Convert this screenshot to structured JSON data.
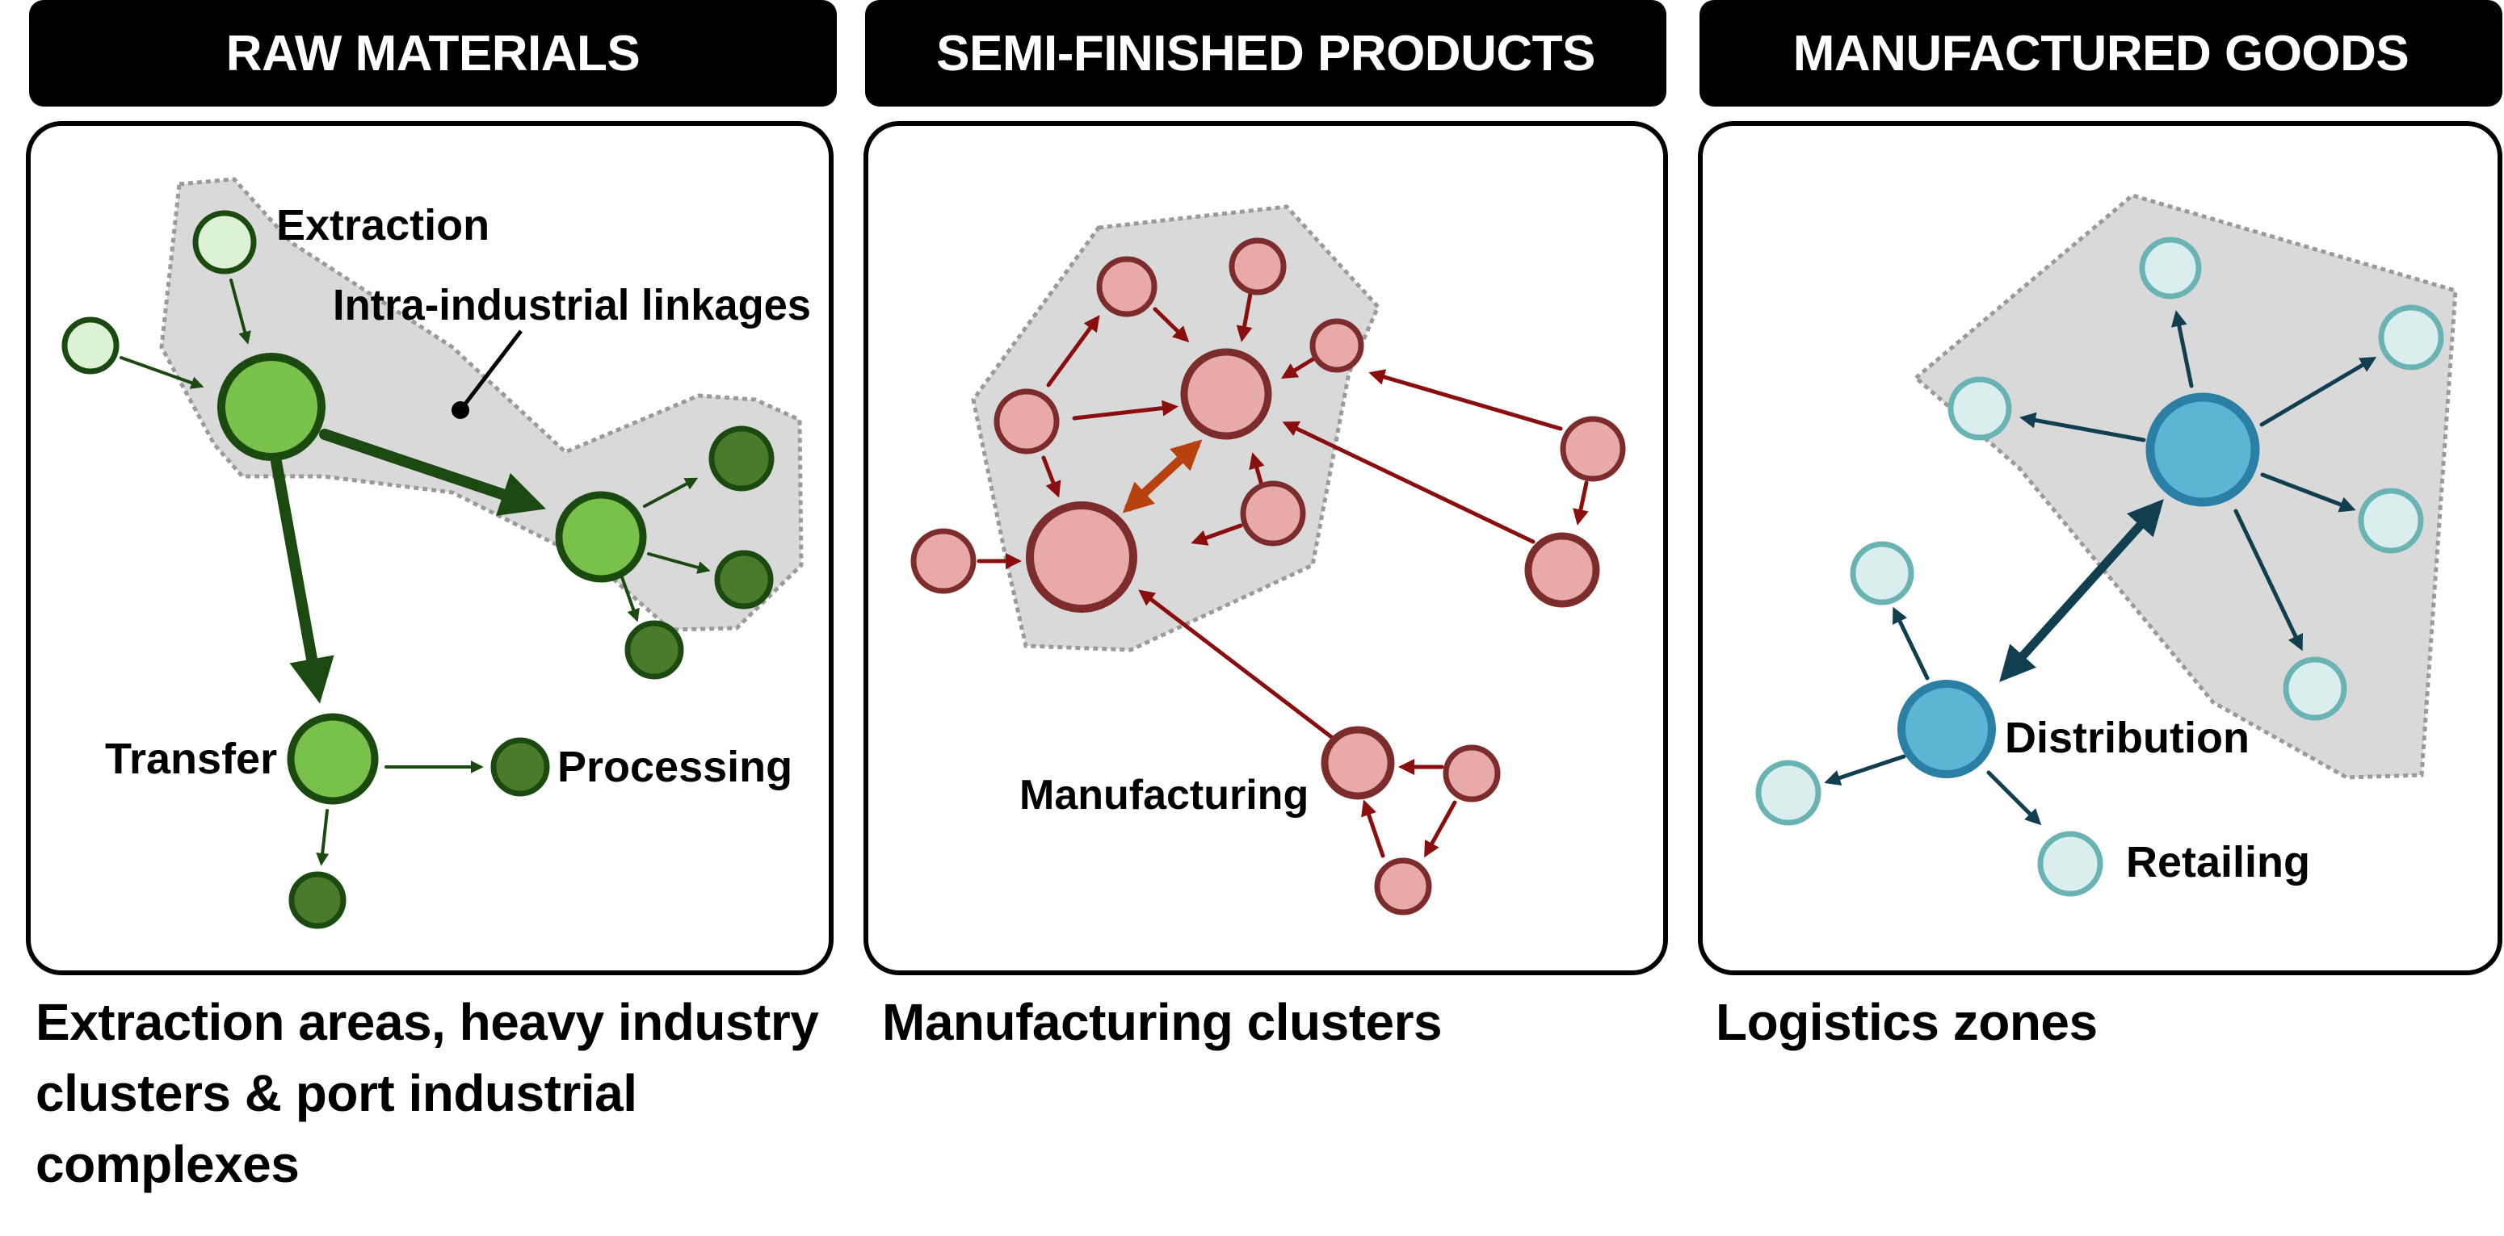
{
  "columns": [
    {
      "id": "raw",
      "header": "RAW MATERIALS",
      "caption_lines": [
        "Extraction areas, heavy industry",
        "clusters & port industrial",
        "complexes"
      ],
      "labels": {
        "extraction": "Extraction",
        "linkages": "Intra-industrial linkages",
        "transfer": "Transfer",
        "processing": "Processing"
      },
      "colors": {
        "light_fill": "#ddf1d5",
        "mid_fill": "#79c14a",
        "dark_fill": "#4b7a2a",
        "stroke": "#1b4a10",
        "arrow": "#1b4a10"
      }
    },
    {
      "id": "semi",
      "header": "SEMI-FINISHED PRODUCTS",
      "caption_lines": [
        "Manufacturing clusters"
      ],
      "labels": {
        "manufacturing": "Manufacturing"
      },
      "colors": {
        "fill": "#e8aaa8",
        "stroke": "#7d2c2c",
        "arrow": "#8a0e0e",
        "accent_arrow": "#b8420e"
      }
    },
    {
      "id": "goods",
      "header": "MANUFACTURED GOODS",
      "caption_lines": [
        "Logistics zones"
      ],
      "labels": {
        "distribution": "Distribution",
        "retailing": "Retailing"
      },
      "colors": {
        "light_fill": "#dbeeee",
        "light_stroke": "#6ab3b3",
        "hub_fill": "#5bb6d4",
        "hub_stroke": "#2b7fa4",
        "arrow": "#123f50"
      }
    }
  ],
  "zone_color": "#d9d9d9",
  "zone_border": "#9a9a9a"
}
